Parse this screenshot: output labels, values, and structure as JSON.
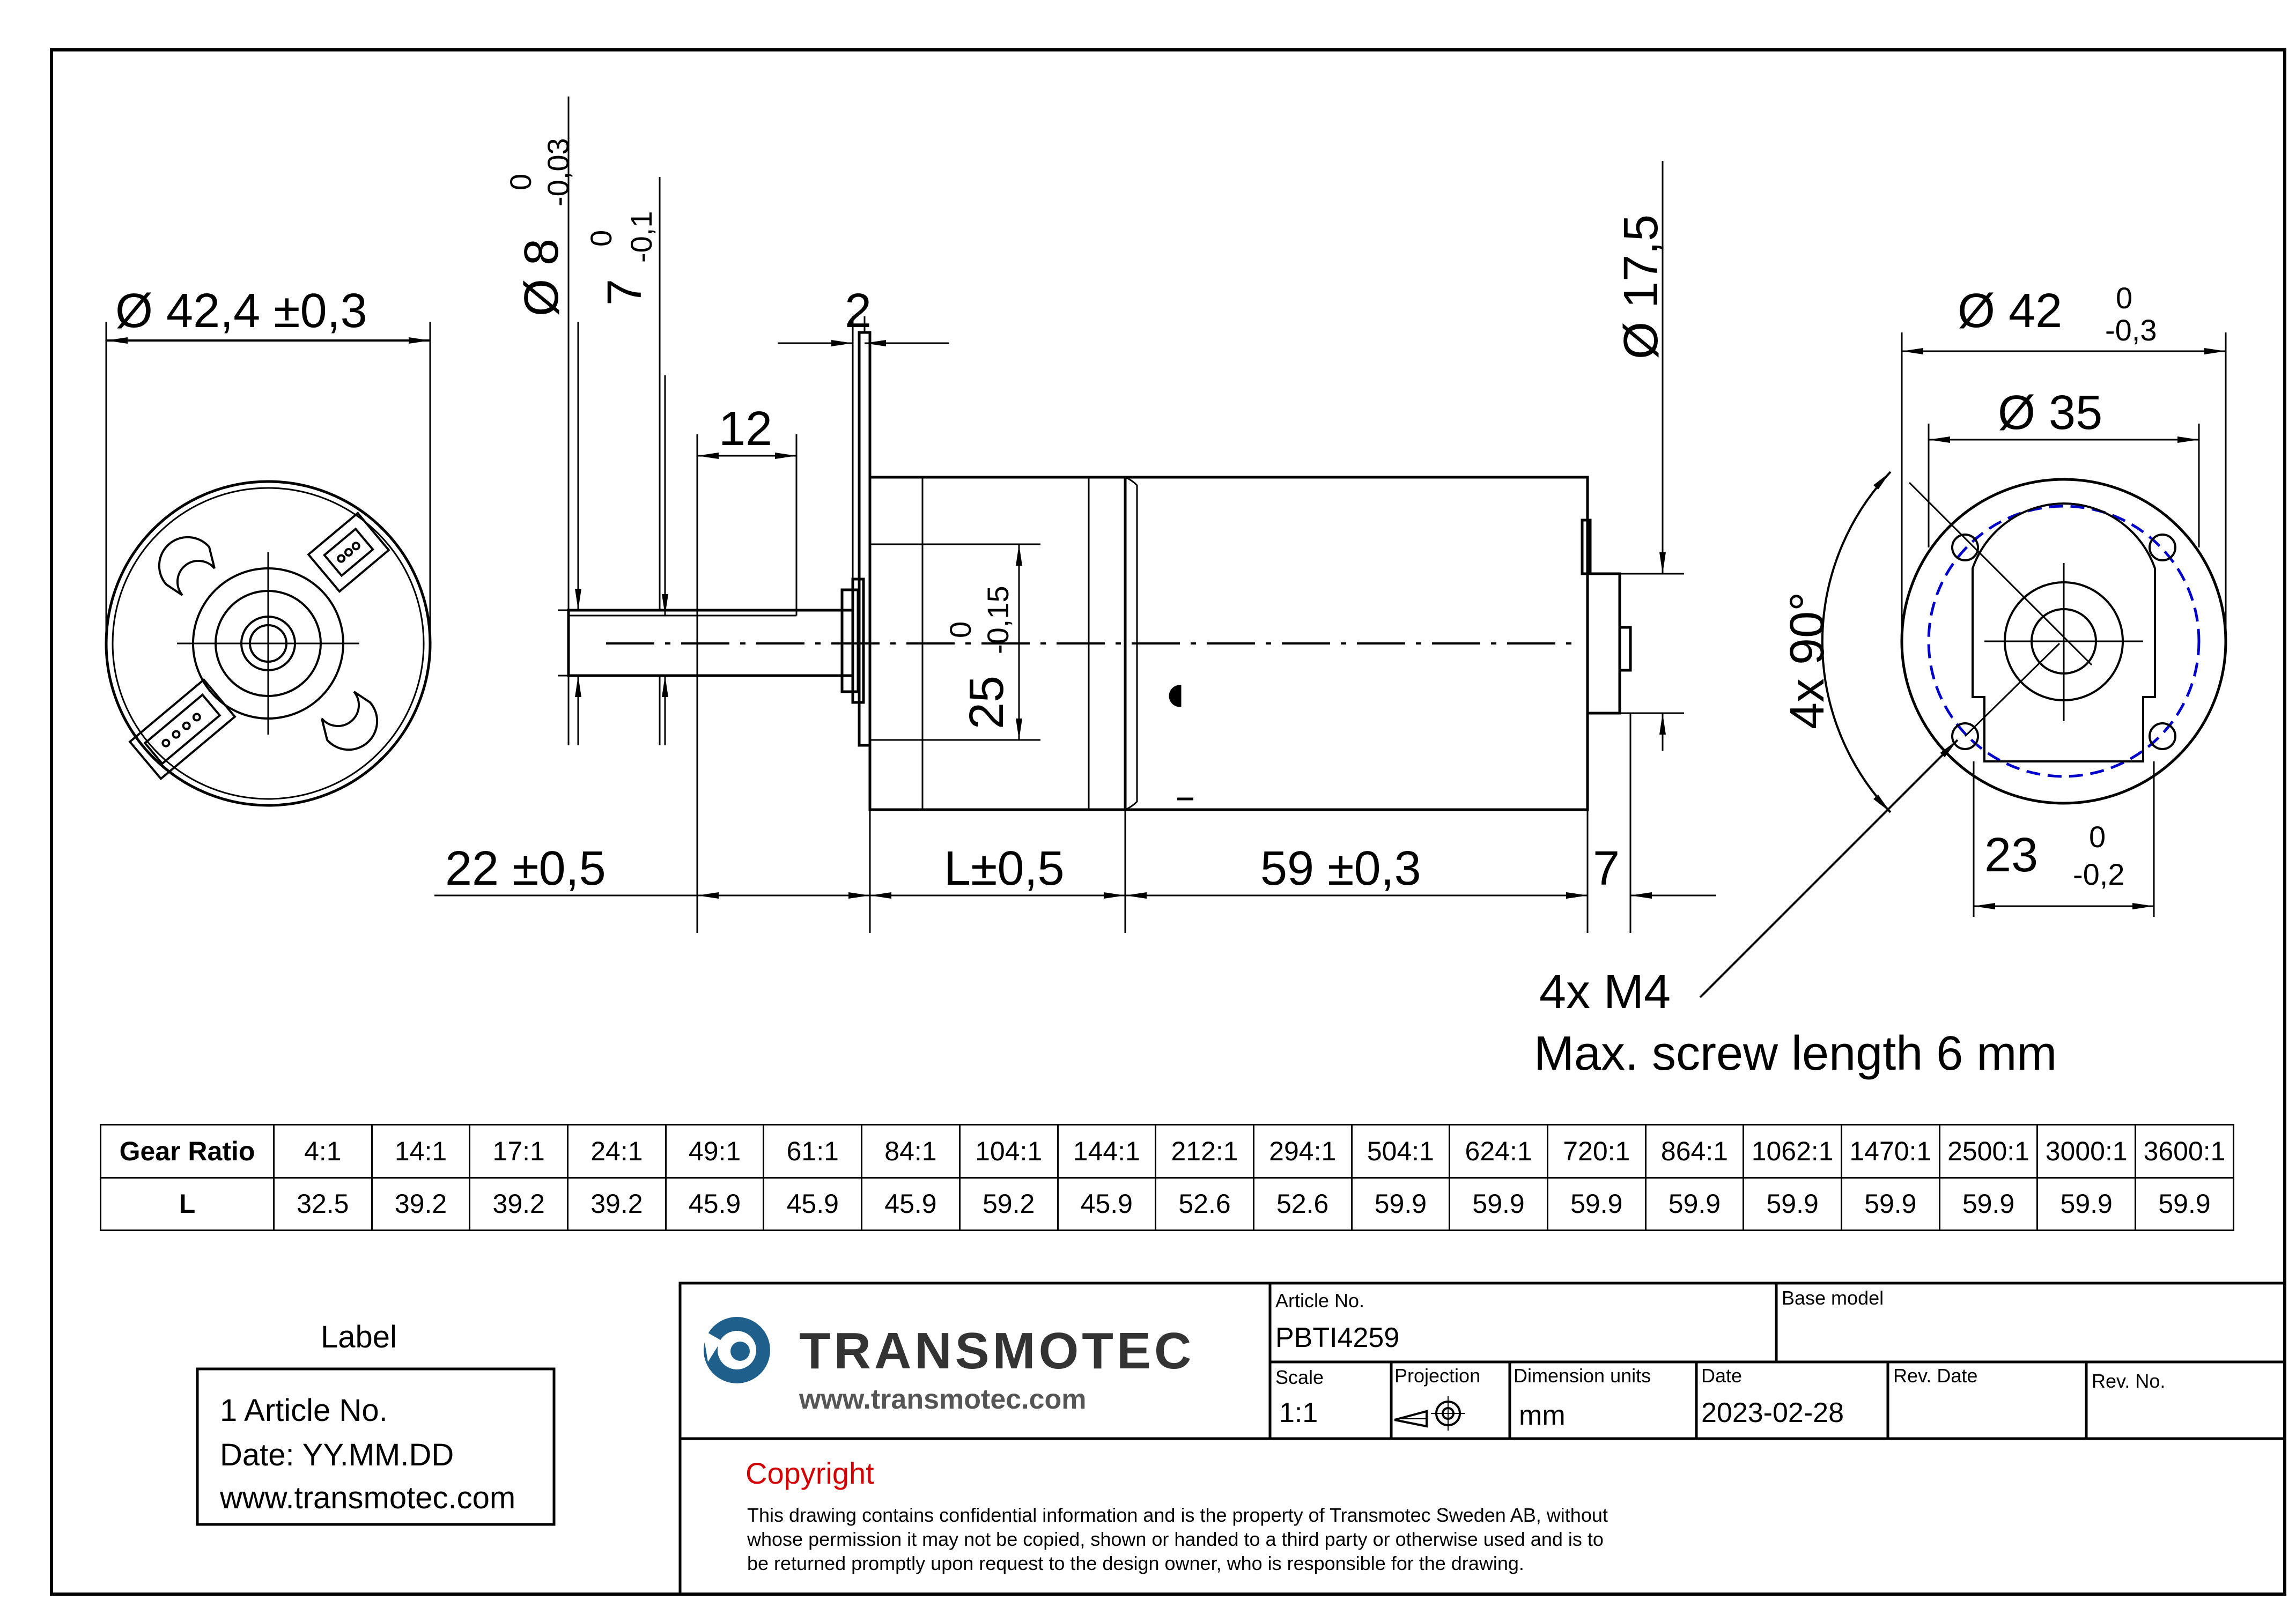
{
  "dimensions": {
    "left_body_diameter": "Ø 42,4 ±0,3",
    "shaft_diameter": "Ø 8",
    "shaft_diameter_tol_upper": "0",
    "shaft_diameter_tol_lower": "-0,03",
    "flat_size": "7",
    "flat_tol_upper": "0",
    "flat_tol_lower": "-0,1",
    "flange_thickness": "2",
    "flat_length": "12",
    "pilot_diameter": "25",
    "pilot_tol_upper": "0",
    "pilot_tol_lower": "-0,15",
    "rear_cap_diameter": "Ø 17,5",
    "shaft_length": "22 ±0,5",
    "gearbox_length": "L±0,5",
    "motor_length": "59 ±0,3",
    "rear_length": "7",
    "flange_diameter": "Ø 42",
    "flange_tol_upper": "0",
    "flange_tol_lower": "-0,3",
    "bolt_circle": "Ø 35",
    "hole_angle": "4x 90°",
    "square_size": "23",
    "square_tol_upper": "0",
    "square_tol_lower": "-0,2",
    "screw_note_line1": "4x M4",
    "screw_note_line2": "Max. screw length 6 mm"
  },
  "gear_table": {
    "row1_label": "Gear Ratio",
    "row2_label": "L",
    "ratios": [
      "4:1",
      "14:1",
      "17:1",
      "24:1",
      "49:1",
      "61:1",
      "84:1",
      "104:1",
      "144:1",
      "212:1",
      "294:1",
      "504:1",
      "624:1",
      "720:1",
      "864:1",
      "1062:1",
      "1470:1",
      "2500:1",
      "3000:1",
      "3600:1"
    ],
    "lengths": [
      "32.5",
      "39.2",
      "39.2",
      "39.2",
      "45.9",
      "45.9",
      "45.9",
      "59.2",
      "45.9",
      "52.6",
      "52.6",
      "59.9",
      "59.9",
      "59.9",
      "59.9",
      "59.9",
      "59.9",
      "59.9",
      "59.9",
      "59.9"
    ]
  },
  "label_box": {
    "title": "Label",
    "line1": "1 Article No.",
    "line2": "Date: YY.MM.DD",
    "line3": "www.transmotec.com"
  },
  "title_block": {
    "company": "TRANSMOTEC",
    "website": "www.transmotec.com",
    "article_no_label": "Article No.",
    "article_no": "PBTI4259",
    "base_model_label": "Base model",
    "base_model": "",
    "scale_label": "Scale",
    "scale": "1:1",
    "projection_label": "Projection",
    "units_label": "Dimension units",
    "units": "mm",
    "date_label": "Date",
    "date": "2023-02-28",
    "rev_date_label": "Rev. Date",
    "rev_no_label": "Rev. No.",
    "copyright_title": "Copyright",
    "copyright_line1": "This drawing contains confidential information and is the property of Transmotec Sweden AB, without",
    "copyright_line2": "whose permission it may not be copied, shown or handed to a third party or otherwise used and is to",
    "copyright_line3": "be returned promptly upon request to the design owner, who is responsible for the drawing."
  },
  "colors": {
    "logo_blue": "#1f5f8b",
    "copyright_red": "#d40000",
    "bolt_circle_blue": "#0000cc"
  }
}
